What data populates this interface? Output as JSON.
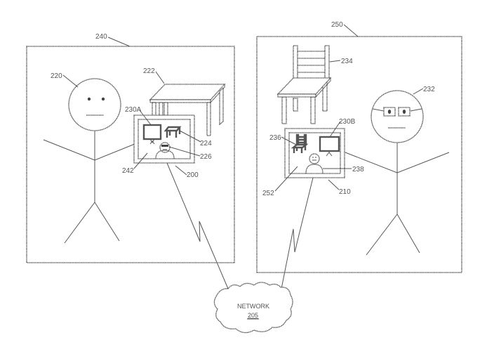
{
  "figure": {
    "type": "patent-diagram",
    "line_color": "#555555",
    "background": "#ffffff"
  },
  "locations": [
    {
      "id": "240",
      "label": "240",
      "description": "first location",
      "person": {
        "label": "220",
        "description": "first user stick figure"
      },
      "objects": [
        {
          "label": "222",
          "description": "table"
        }
      ],
      "device": {
        "label": "200",
        "display_label": "242",
        "contents": [
          {
            "label": "230A",
            "description": "presentation screen"
          },
          {
            "label": "224",
            "description": "chair/table icon"
          },
          {
            "label": "226",
            "description": "remote user avatar with glasses"
          }
        ]
      }
    },
    {
      "id": "250",
      "label": "250",
      "description": "second location",
      "person": {
        "label": "232",
        "description": "second user stick figure with glasses"
      },
      "objects": [
        {
          "label": "234",
          "description": "chair"
        }
      ],
      "device": {
        "label": "210",
        "display_label": "252",
        "contents": [
          {
            "label": "236",
            "description": "chair icon"
          },
          {
            "label": "230B",
            "description": "presentation screen"
          },
          {
            "label": "238",
            "description": "remote user avatar"
          }
        ]
      }
    }
  ],
  "network": {
    "text": "NETWORK",
    "number": "205"
  }
}
